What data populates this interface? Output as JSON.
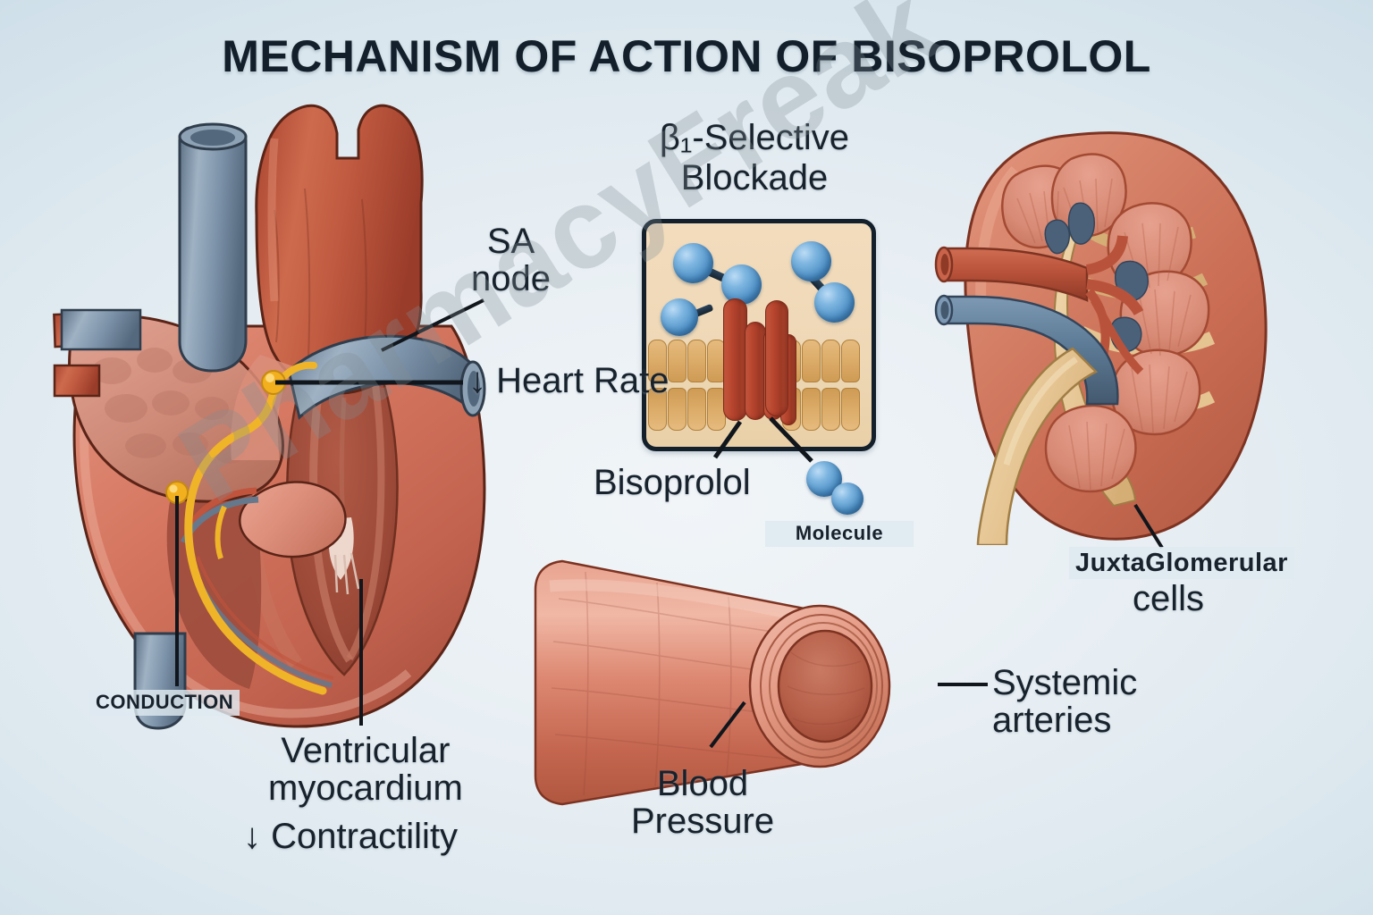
{
  "page": {
    "title": "MECHANISM OF ACTION OF BISOPROLOL",
    "watermark": "PharmacyFreak",
    "background_color": "#dce8ef",
    "title_color": "#131f2b"
  },
  "labels": {
    "sa_node": "SA\nnode",
    "heart_rate": "↓ Heart Rate",
    "conduction": "CONDUCTION",
    "ventricular_myocardium": "Ventricular\nmyocardium",
    "contractility": "↓ Contractility",
    "beta1_selective_blockade": "β₁-Selective\nBlockade",
    "bisoprolol": "Bisoprolol",
    "molecule": "Molecule",
    "blood_pressure": "Blood\nPressure",
    "systemic_arteries": "Systemic\narteries",
    "juxtaglomerular": "JuxtaGlomerular",
    "cells": "cells"
  },
  "organs": {
    "heart": {
      "name": "heart-cross-section",
      "colors": {
        "aorta": "#c05a40",
        "vena_cava": "#7e93a8",
        "myocardium": "#d9816d",
        "chamber": "#a8503f",
        "conduction_pathway": "#f0b429",
        "node_marker": "#f2b01e"
      }
    },
    "kidney": {
      "name": "kidney-cross-section",
      "colors": {
        "cortex": "#cf6f58",
        "pyramid": "#d98672",
        "renal_artery": "#b9523a",
        "renal_vein": "#5d7b96",
        "ureter": "#e2c292"
      }
    },
    "artery": {
      "name": "systemic-artery-vessel",
      "colors": {
        "wall": "#dd8872",
        "lumen": "#b9604b"
      }
    },
    "membrane_panel": {
      "name": "beta1-receptor-membrane",
      "colors": {
        "cytosol": "#eed8b6",
        "lipid": "#d9a864",
        "receptor": "#b8452e",
        "molecule_sphere": "#4d8fc6",
        "border": "#13202b"
      }
    }
  }
}
